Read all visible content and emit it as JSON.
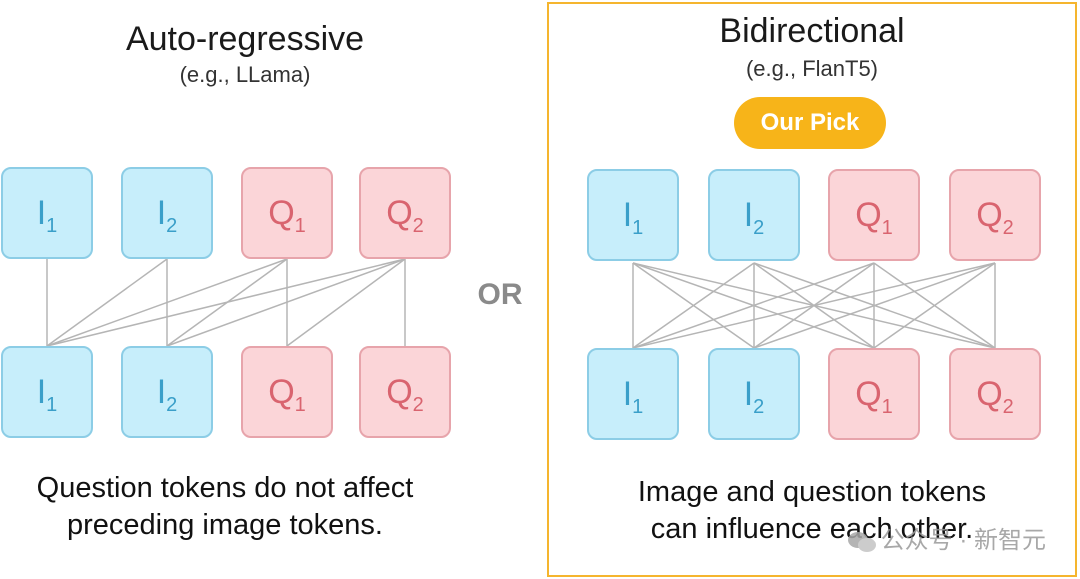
{
  "left": {
    "title": "Auto-regressive",
    "subtitle": "(e.g., LLama)",
    "caption_line1": "Question tokens do not affect",
    "caption_line2": "preceding image tokens.",
    "top_tokens": [
      {
        "base": "I",
        "sub": "1",
        "kind": "image"
      },
      {
        "base": "I",
        "sub": "2",
        "kind": "image"
      },
      {
        "base": "Q",
        "sub": "1",
        "kind": "question"
      },
      {
        "base": "Q",
        "sub": "2",
        "kind": "question"
      }
    ],
    "bottom_tokens": [
      {
        "base": "I",
        "sub": "1",
        "kind": "image"
      },
      {
        "base": "I",
        "sub": "2",
        "kind": "image"
      },
      {
        "base": "Q",
        "sub": "1",
        "kind": "question"
      },
      {
        "base": "Q",
        "sub": "2",
        "kind": "question"
      }
    ]
  },
  "separator": "OR",
  "right": {
    "title": "Bidirectional",
    "subtitle": "(e.g., FlanT5)",
    "badge": "Our Pick",
    "caption_line1": "Image and question tokens",
    "caption_line2": "can influence each other.",
    "top_tokens": [
      {
        "base": "I",
        "sub": "1",
        "kind": "image"
      },
      {
        "base": "I",
        "sub": "2",
        "kind": "image"
      },
      {
        "base": "Q",
        "sub": "1",
        "kind": "question"
      },
      {
        "base": "Q",
        "sub": "2",
        "kind": "question"
      }
    ],
    "bottom_tokens": [
      {
        "base": "I",
        "sub": "1",
        "kind": "image"
      },
      {
        "base": "I",
        "sub": "2",
        "kind": "image"
      },
      {
        "base": "Q",
        "sub": "1",
        "kind": "question"
      },
      {
        "base": "Q",
        "sub": "2",
        "kind": "question"
      }
    ]
  },
  "watermark": "公众号 · 新智元",
  "colors": {
    "image_token_fill": "#c7eefb",
    "question_token_fill": "#fbd5d8",
    "highlight_border": "#f5b52e",
    "badge_fill": "#f7b419"
  }
}
